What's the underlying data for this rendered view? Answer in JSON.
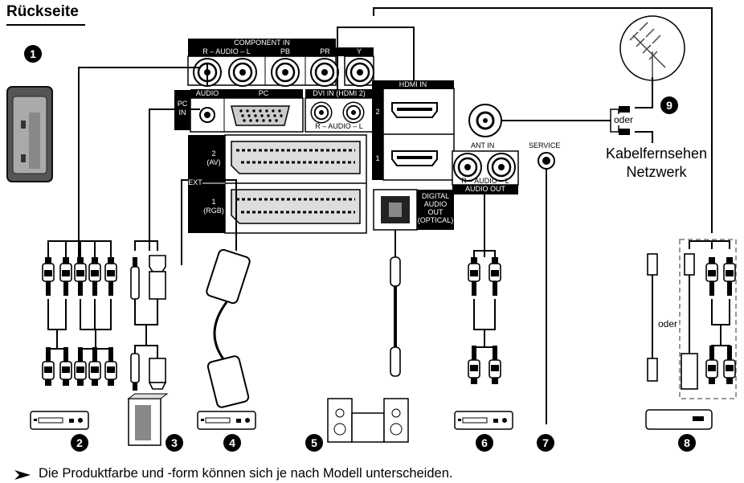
{
  "title": "Rückseite",
  "panel": {
    "component_in": "COMPONENT IN",
    "audio_rl": "R – AUDIO – L",
    "comp_pb": "PB",
    "comp_pr": "PR",
    "comp_y": "Y",
    "hdmi_in": "HDMI IN",
    "hdmi_2": "2",
    "hdmi_1": "1",
    "pc_in_1": "PC",
    "pc_in_2": "IN",
    "audio": "AUDIO",
    "pc": "PC",
    "dvi_in": "DVI IN (HDMI 2)",
    "ext": "EXT",
    "ext2_1": "2",
    "ext2_2": "(AV)",
    "ext1_1": "1",
    "ext1_2": "(RGB)",
    "digital_audio_out": [
      "DIGITAL",
      "AUDIO",
      "OUT",
      "(OPTICAL)"
    ],
    "ant_in": "ANT IN",
    "service": "SERVICE",
    "audio_out_rl": "R – AUDIO – L",
    "audio_out": "AUDIO OUT"
  },
  "labels": {
    "oder": "oder",
    "cable_1": "Kabelfernsehen",
    "cable_2": "Netzwerk",
    "footer": "Die Produktfarbe und -form können sich je nach Modell unterscheiden."
  },
  "callouts": [
    "1",
    "2",
    "3",
    "4",
    "5",
    "6",
    "7",
    "8",
    "9"
  ]
}
